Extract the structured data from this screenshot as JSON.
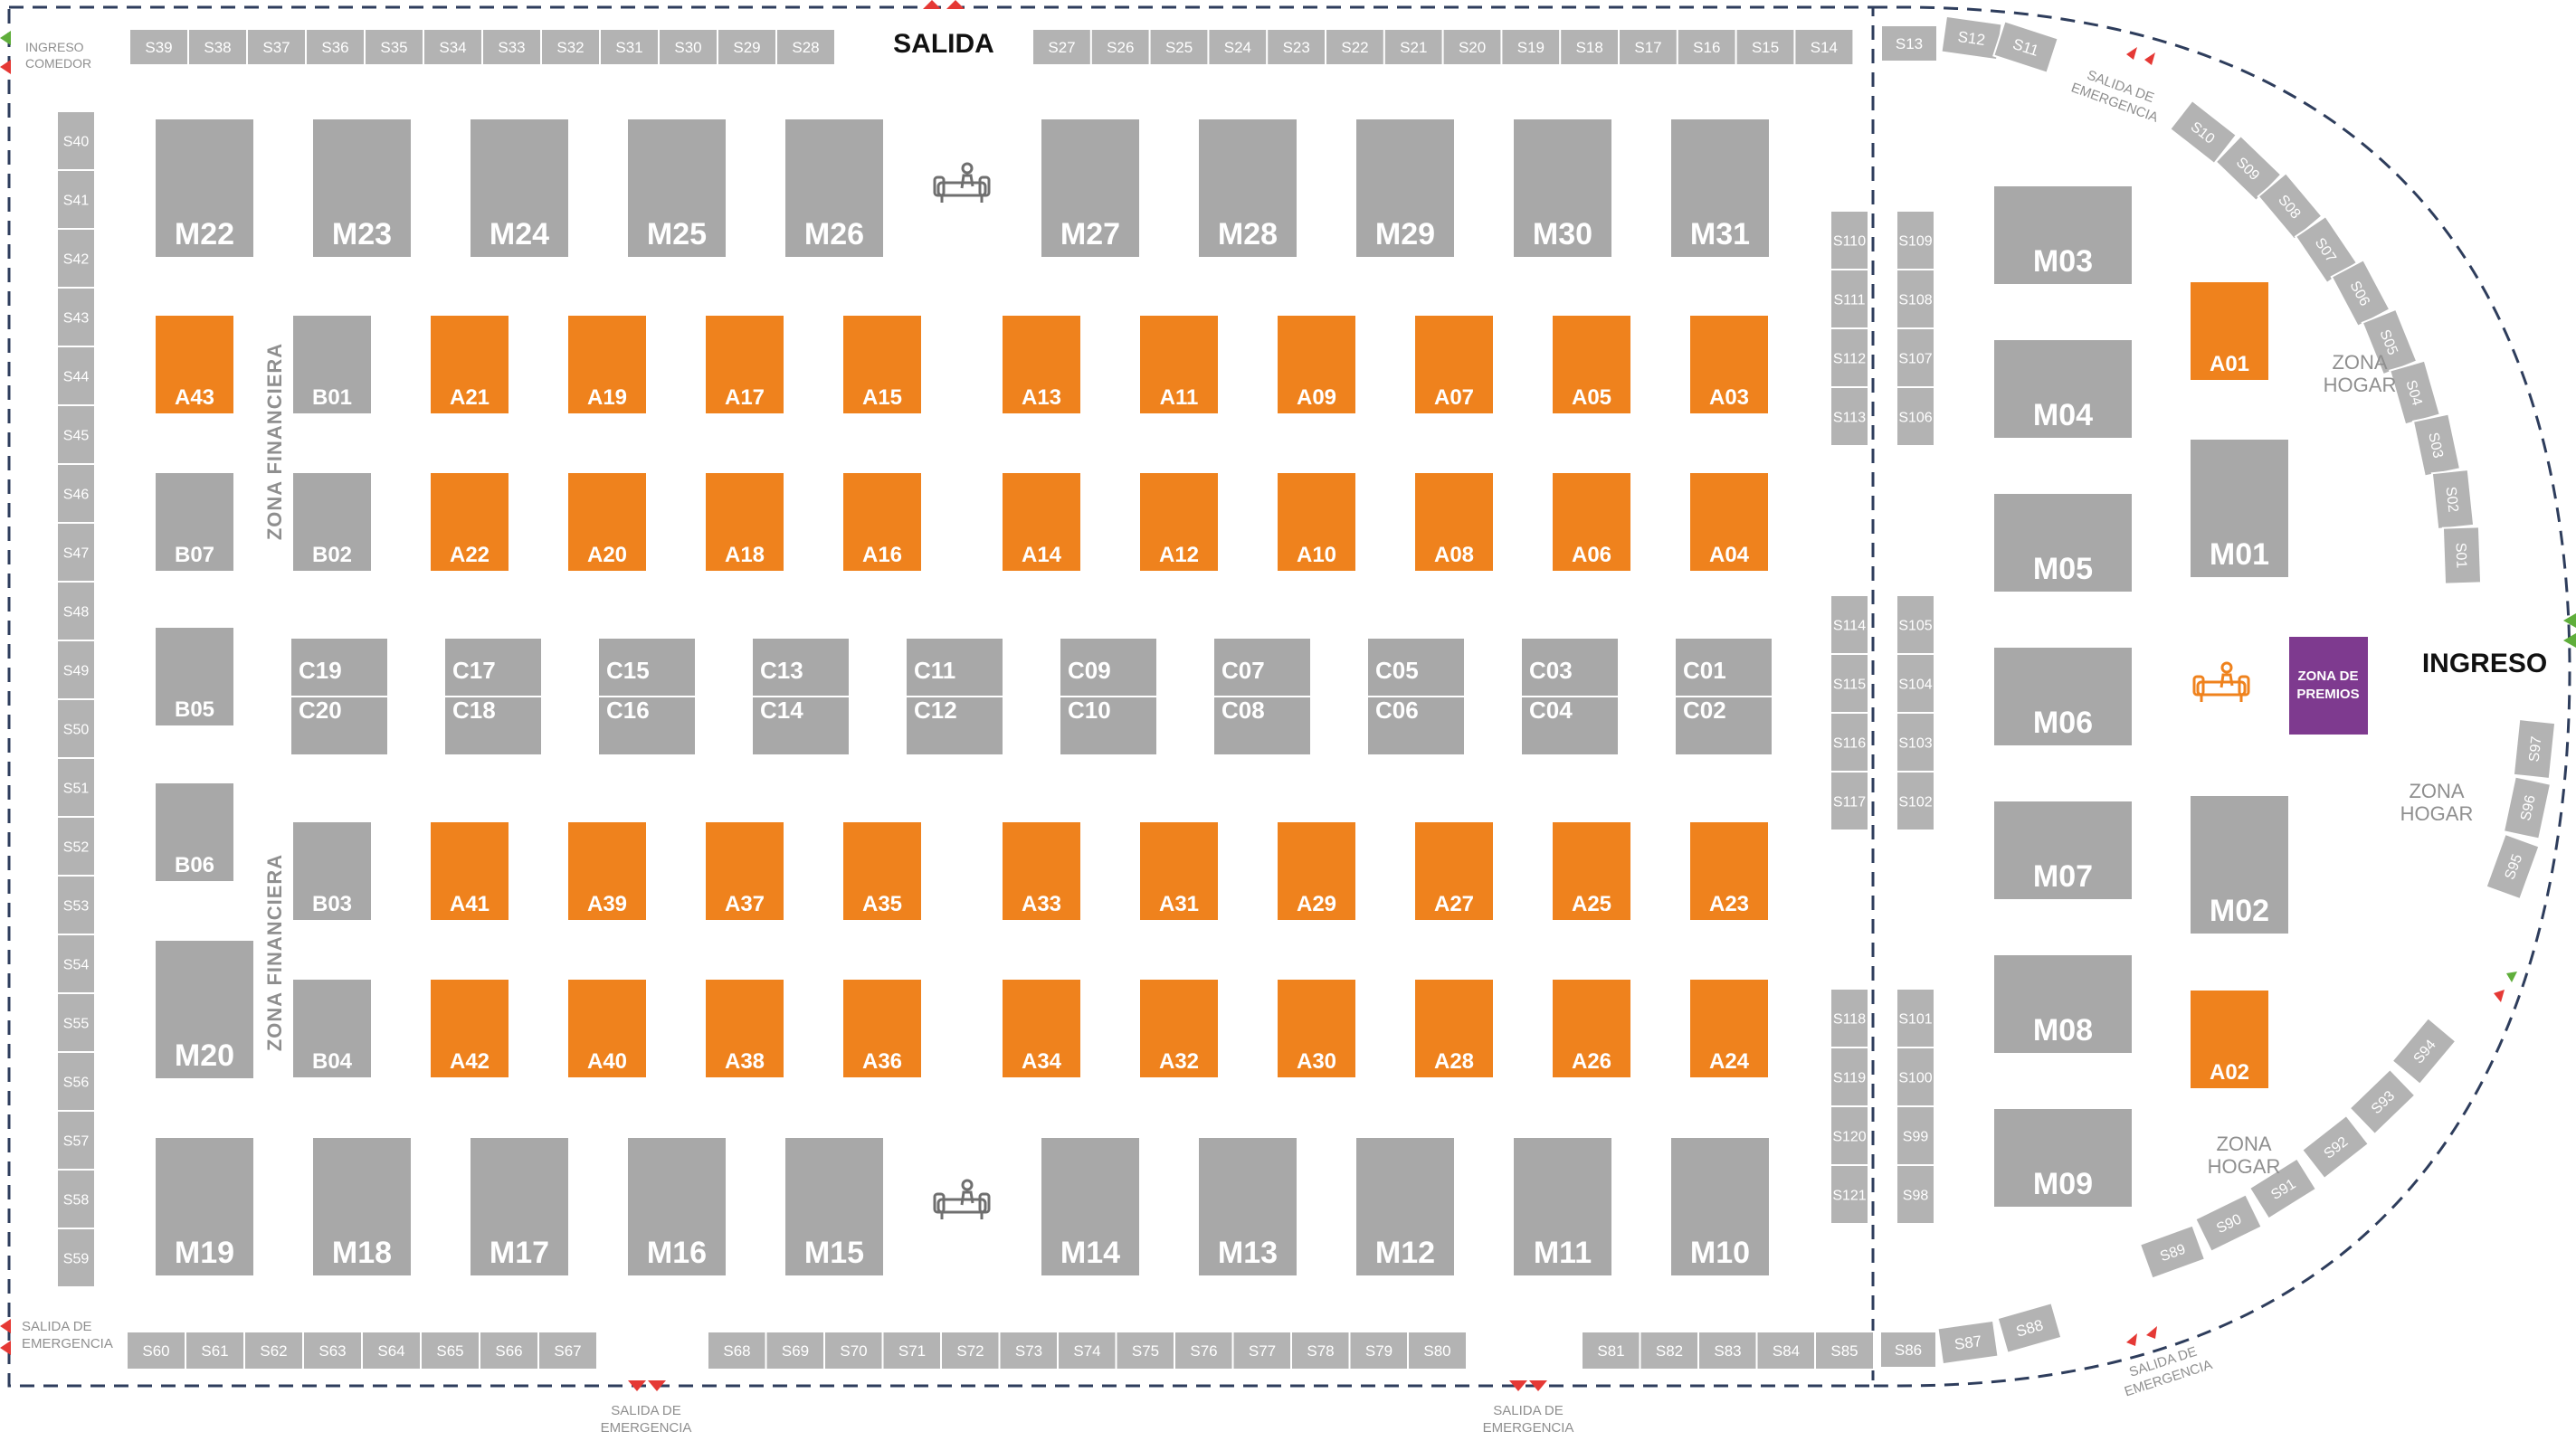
{
  "labels": {
    "salida": "SALIDA",
    "ingreso": "INGRESO",
    "ingreso_comedor_1": "INGRESO",
    "ingreso_comedor_2": "COMEDOR",
    "salida_emergencia_1": "SALIDA DE",
    "salida_emergencia_2": "EMERGENCIA",
    "zona_hogar_1": "ZONA",
    "zona_hogar_2": "HOGAR",
    "zona_financiera": "ZONA FINANCIERA",
    "zona_premios_1": "ZONA DE",
    "zona_premios_2": "PREMIOS"
  },
  "colors": {
    "booth_gray": "#a8a8a8",
    "small_booth_gray": "#b3b3b3",
    "booth_orange": "#ef821d",
    "premios_purple": "#7e3a8f",
    "dash_line": "#2e3d5c",
    "arrow_green": "#5fae3b",
    "arrow_red": "#e53935",
    "zone_text": "#8f8f8f",
    "title_text": "#111111",
    "couch_gray": "#6f6f6f",
    "couch_orange": "#ef821d"
  },
  "booths_large": [
    "M22",
    "M23",
    "M24",
    "M25",
    "M26",
    "M27",
    "M28",
    "M29",
    "M30",
    "M31",
    "M19",
    "M18",
    "M17",
    "M16",
    "M15",
    "M14",
    "M13",
    "M12",
    "M11",
    "M10",
    "M20",
    "M03",
    "M04",
    "M05",
    "M06",
    "M07",
    "M08",
    "M09",
    "M01",
    "M02"
  ],
  "booths_orange": [
    "A43",
    "A21",
    "A19",
    "A17",
    "A15",
    "A13",
    "A11",
    "A09",
    "A07",
    "A05",
    "A03",
    "A22",
    "A20",
    "A18",
    "A16",
    "A14",
    "A12",
    "A10",
    "A08",
    "A06",
    "A04",
    "A41",
    "A39",
    "A37",
    "A35",
    "A33",
    "A31",
    "A29",
    "A27",
    "A25",
    "A23",
    "A42",
    "A40",
    "A38",
    "A36",
    "A34",
    "A32",
    "A30",
    "A28",
    "A26",
    "A24",
    "A01",
    "A02"
  ],
  "booths_b": [
    "B01",
    "B02",
    "B07",
    "B05",
    "B06",
    "B03",
    "B04"
  ],
  "booths_c_top": [
    "C19",
    "C17",
    "C15",
    "C13",
    "C11",
    "C09",
    "C07",
    "C05",
    "C03",
    "C01"
  ],
  "booths_c_bottom": [
    "C20",
    "C18",
    "C16",
    "C14",
    "C12",
    "C10",
    "C08",
    "C06",
    "C04",
    "C02"
  ],
  "stands_top_left": [
    "S39",
    "S38",
    "S37",
    "S36",
    "S35",
    "S34",
    "S33",
    "S32",
    "S31",
    "S30",
    "S29",
    "S28"
  ],
  "stands_top_right": [
    "S27",
    "S26",
    "S25",
    "S24",
    "S23",
    "S22",
    "S21",
    "S20",
    "S19",
    "S18",
    "S17",
    "S16",
    "S15",
    "S14"
  ],
  "stands_left": [
    "S40",
    "S41",
    "S42",
    "S43",
    "S44",
    "S45",
    "S46",
    "S47",
    "S48",
    "S49",
    "S50",
    "S51",
    "S52",
    "S53",
    "S54",
    "S55",
    "S56",
    "S57",
    "S58",
    "S59"
  ],
  "stands_bottom_1": [
    "S60",
    "S61",
    "S62",
    "S63",
    "S64",
    "S65",
    "S66",
    "S67"
  ],
  "stands_bottom_2": [
    "S68",
    "S69",
    "S70",
    "S71",
    "S72",
    "S73",
    "S74",
    "S75",
    "S76",
    "S77",
    "S78",
    "S79",
    "S80"
  ],
  "stands_bottom_3": [
    "S81",
    "S82",
    "S83",
    "S84",
    "S85"
  ],
  "stands_mid_left_top": [
    "S110",
    "S111",
    "S112",
    "S113"
  ],
  "stands_mid_right_top": [
    "S109",
    "S108",
    "S107",
    "S106"
  ],
  "stands_mid_left_mid": [
    "S114",
    "S115",
    "S116",
    "S117"
  ],
  "stands_mid_right_mid": [
    "S105",
    "S104",
    "S103",
    "S102"
  ],
  "stands_mid_left_bot": [
    "S118",
    "S119",
    "S120",
    "S121"
  ],
  "stands_mid_right_bot": [
    "S101",
    "S100",
    "S99",
    "S98"
  ],
  "stands_arc_top": [
    "S13",
    "S12",
    "S11"
  ],
  "stands_arc_right": [
    "S10",
    "S09",
    "S08",
    "S07",
    "S06",
    "S05",
    "S04",
    "S03",
    "S02",
    "S01"
  ],
  "stands_arc_right_low": [
    "S97",
    "S96",
    "S95"
  ],
  "stands_arc_bottom": [
    "S94",
    "S93",
    "S92",
    "S91",
    "S90",
    "S89"
  ],
  "stands_arc_bottom_left": [
    "S86",
    "S87",
    "S88"
  ]
}
